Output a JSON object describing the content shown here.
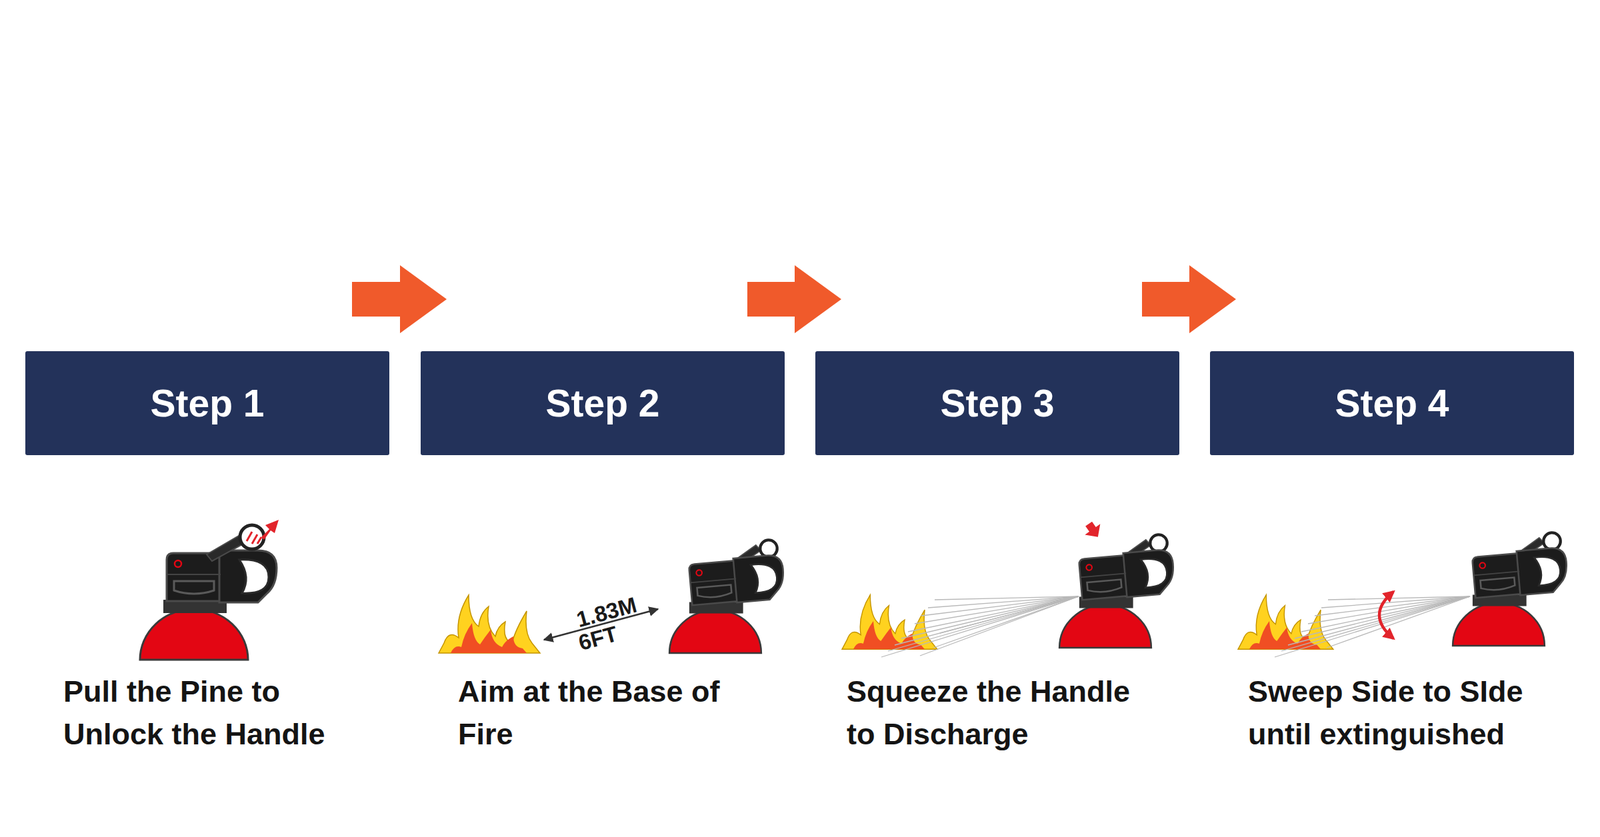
{
  "diagram": {
    "nodes": [
      {
        "text": [
          "Step 1"
        ]
      },
      {
        "text": [
          "Step 2"
        ]
      },
      {
        "text": [
          "Step 3"
        ]
      },
      {
        "text": [
          "Step 4"
        ]
      }
    ],
    "edges": [
      {
        "from": 0,
        "to": 1,
        "arrow": "to"
      },
      {
        "from": 1,
        "to": 2,
        "arrow": "to"
      },
      {
        "from": 2,
        "to": 3,
        "arrow": "to"
      }
    ],
    "labels": [
      "Pull the Pine to Unlock the Handle",
      "1.83M",
      "6FT",
      "Aim at the Base of Fire",
      "Squeeze the Handle to Discharge",
      "Sweep Side to SIde until extinguished"
    ]
  }
}
